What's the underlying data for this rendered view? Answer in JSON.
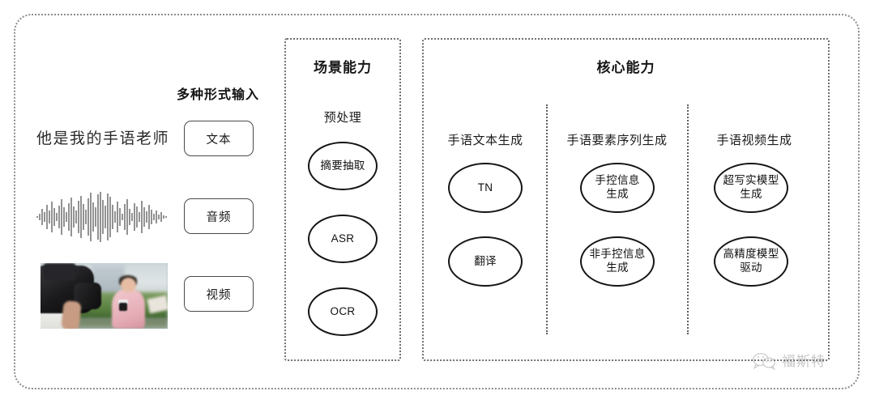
{
  "diagram": {
    "title_hidden": "",
    "left_panel": {
      "heading": "多种形式输入",
      "sample_text": "他是我的手语老师",
      "modalities": [
        {
          "label": "文本",
          "icon": "text-icon"
        },
        {
          "label": "音频",
          "icon": "waveform-icon"
        },
        {
          "label": "视频",
          "icon": "video-thumbnail-icon"
        }
      ]
    },
    "scene_panel": {
      "title": "场景能力",
      "columns": [
        {
          "label": "预处理",
          "nodes": [
            "摘要抽取",
            "ASR",
            "OCR"
          ]
        }
      ]
    },
    "core_panel": {
      "title": "核心能力",
      "columns": [
        {
          "label": "手语文本生成",
          "nodes": [
            "TN",
            "翻译"
          ]
        },
        {
          "label": "手语要素序列生成",
          "nodes": [
            "手控信息\n生成",
            "非手控信息\n生成"
          ]
        },
        {
          "label": "手语视频生成",
          "nodes": [
            "超写实模型\n生成",
            "高精度模型\n驱动"
          ]
        }
      ]
    },
    "watermark": {
      "text": "福斯特",
      "icon": "wechat-bubble-icon"
    },
    "colors": {
      "frame": "#8d8d8d",
      "box_border": "#6f6f6f",
      "node_border": "#151515",
      "text": "#1f1f1f",
      "chip_border": "#4a4a4a"
    }
  }
}
